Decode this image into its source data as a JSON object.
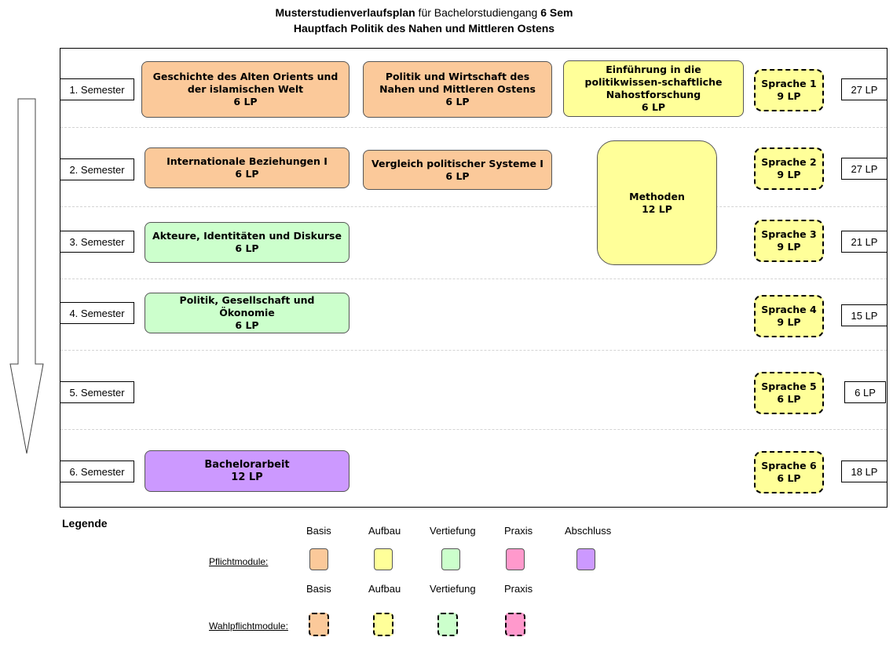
{
  "title": {
    "line1_bold_a": "Musterstudienverlaufsplan",
    "line1_plain": " für Bachelorstudiengang ",
    "line1_bold_b": "6 Sem",
    "line2": "Hauptfach Politik des Nahen und Mittleren Ostens"
  },
  "semesters": [
    {
      "label": "1. Semester",
      "lp": "27 LP"
    },
    {
      "label": "2. Semester",
      "lp": "27 LP"
    },
    {
      "label": "3. Semester",
      "lp": "21 LP"
    },
    {
      "label": "4. Semester",
      "lp": "15 LP"
    },
    {
      "label": "5. Semester",
      "lp": "6 LP"
    },
    {
      "label": "6. Semester",
      "lp": "18 LP"
    }
  ],
  "modules": {
    "m1": {
      "name": "Geschichte des Alten Orients und der islamischen Welt",
      "credits": "6 LP"
    },
    "m2": {
      "name": "Politik und Wirtschaft des Nahen und Mittleren Ostens",
      "credits": "6 LP"
    },
    "m3": {
      "name": "Einführung in die politikwissen-schaftliche Nahostforschung",
      "credits": "6 LP"
    },
    "m4": {
      "name": "Internationale Beziehungen I",
      "credits": "6 LP"
    },
    "m5": {
      "name": "Vergleich politischer Systeme I",
      "credits": "6 LP"
    },
    "m6": {
      "name": "Methoden",
      "credits": "12 LP"
    },
    "m7": {
      "name": "Akteure, Identitäten und Diskurse",
      "credits": "6 LP"
    },
    "m8": {
      "name": "Politik, Gesellschaft und Ökonomie",
      "credits": "6 LP"
    },
    "m9": {
      "name": "Bachelorarbeit",
      "credits": "12 LP"
    }
  },
  "languages": [
    {
      "name": "Sprache 1",
      "credits": "9 LP"
    },
    {
      "name": "Sprache 2",
      "credits": "9 LP"
    },
    {
      "name": "Sprache 3",
      "credits": "9 LP"
    },
    {
      "name": "Sprache 4",
      "credits": "9 LP"
    },
    {
      "name": "Sprache 5",
      "credits": "6 LP"
    },
    {
      "name": "Sprache 6",
      "credits": "6 LP"
    }
  ],
  "legend": {
    "title": "Legende",
    "pflicht_label": "Pflichtmodule:",
    "wahl_label": "Wahlpflichtmodule:",
    "pflicht_cols": [
      "Basis",
      "Aufbau",
      "Vertiefung",
      "Praxis",
      "Abschluss"
    ],
    "wahl_cols": [
      "Basis",
      "Aufbau",
      "Vertiefung",
      "Praxis"
    ]
  },
  "colors": {
    "basis": "#fbc99a",
    "aufbau": "#ffff99",
    "vertiefung": "#ccffcc",
    "praxis": "#ff99cc",
    "abschluss": "#cc99ff"
  }
}
